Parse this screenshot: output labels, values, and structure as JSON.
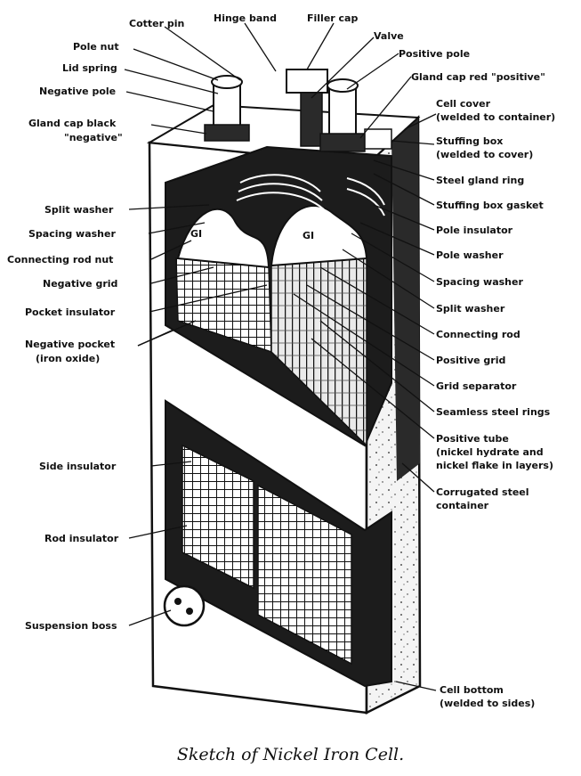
{
  "figure": {
    "caption": "Sketch of Nickel Iron Cell.",
    "colors": {
      "ink": "#111111",
      "paper": "#ffffff",
      "shade": "#2a2a2a"
    },
    "labels": {
      "cotter_pin": "Cotter pin",
      "hinge_band": "Hinge band",
      "filler_cap": "Filler cap",
      "valve": "Valve",
      "positive_pole": "Positive pole",
      "gland_cap_red": "Gland cap red \"positive\"",
      "pole_nut": "Pole nut",
      "lid_spring": "Lid spring",
      "negative_pole": "Negative pole",
      "gland_cap_black_1": "Gland cap black",
      "gland_cap_black_2": "\"negative\"",
      "cell_cover_1": "Cell cover",
      "cell_cover_2": "(welded to container)",
      "stuffing_box_1": "Stuffing box",
      "stuffing_box_2": "(welded to cover)",
      "steel_gland_ring": "Steel gland ring",
      "stuffing_box_gasket": "Stuffing box gasket",
      "split_washer_left": "Split washer",
      "spacing_washer_left": "Spacing washer",
      "connecting_rod_nut": "Connecting rod nut",
      "negative_grid": "Negative grid",
      "pocket_insulator": "Pocket insulator",
      "negative_pocket_1": "Negative pocket",
      "negative_pocket_2": "(iron oxide)",
      "pole_insulator": "Pole insulator",
      "pole_washer": "Pole washer",
      "spacing_washer_right": "Spacing washer",
      "split_washer_right": "Split washer",
      "connecting_rod": "Connecting rod",
      "positive_grid": "Positive grid",
      "grid_separator": "Grid separator",
      "seamless_steel_rings": "Seamless steel rings",
      "positive_tube_1": "Positive tube",
      "positive_tube_2": "(nickel hydrate and",
      "positive_tube_3": "nickel flake in layers)",
      "corrugated_container_1": "Corrugated steel",
      "corrugated_container_2": "container",
      "side_insulator": "Side insulator",
      "rod_insulator": "Rod insulator",
      "suspension_boss": "Suspension boss",
      "cell_bottom_1": "Cell bottom",
      "cell_bottom_2": "(welded to sides)"
    }
  }
}
